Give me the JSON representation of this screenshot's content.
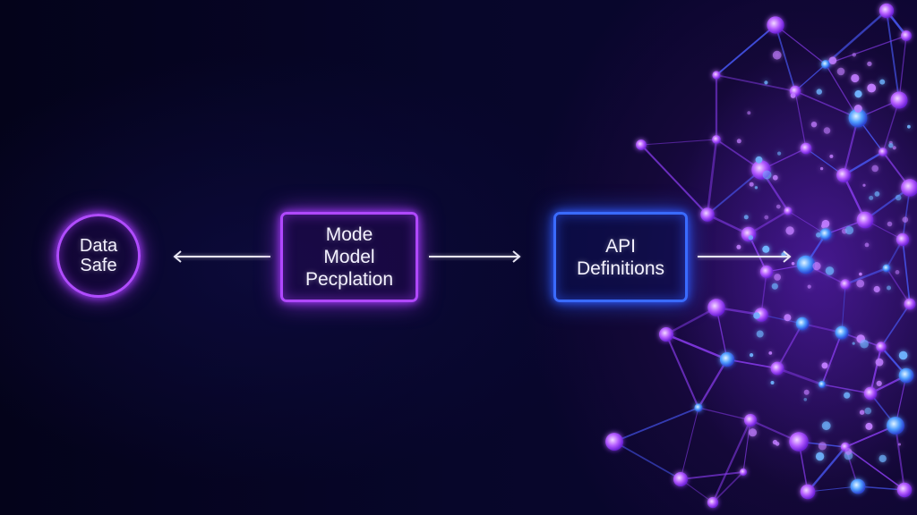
{
  "diagram": {
    "nodes": [
      {
        "id": "data-safe",
        "shape": "circle",
        "lines": [
          "Data",
          "Safe"
        ],
        "color": "#b04cff"
      },
      {
        "id": "model-box",
        "shape": "rounded-rect",
        "lines": [
          "Mode",
          "Model",
          "Pecplation"
        ],
        "color": "#b048ff"
      },
      {
        "id": "api-box",
        "shape": "rounded-rect",
        "lines": [
          "API",
          "Definitions"
        ],
        "color": "#3a6bff"
      }
    ],
    "edges": [
      {
        "from": "model-box",
        "to": "data-safe"
      },
      {
        "from": "model-box",
        "to": "api-box"
      },
      {
        "from": "api-box",
        "to": "network-cluster"
      }
    ],
    "colors": {
      "background": "#05041a",
      "node_purple": "#b048ff",
      "node_blue": "#3a6bff",
      "arrow": "#e8e6f4",
      "network_purple": "#a64dff",
      "network_blue": "#4f7dff"
    }
  }
}
